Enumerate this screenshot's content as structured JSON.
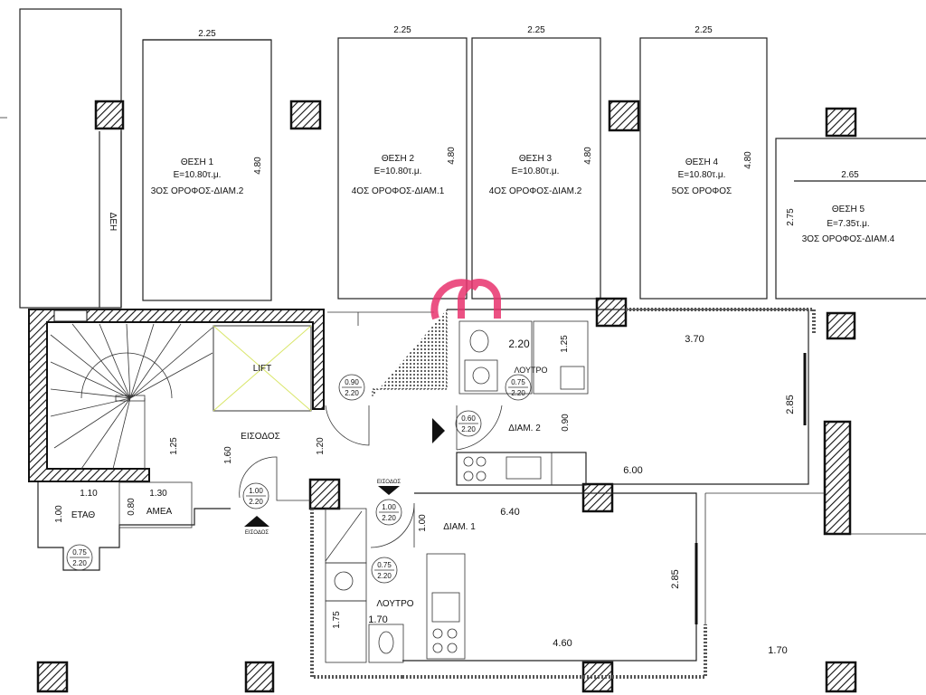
{
  "plan": {
    "parking": [
      {
        "name": "ΘΕΣΗ 1",
        "area": "Ε=10.80τ.μ.",
        "owner": "3ΟΣ ΟΡΟΦΟΣ-ΔΙΑΜ.2",
        "width": "2.25",
        "length": "4.80"
      },
      {
        "name": "ΘΕΣΗ 2",
        "area": "Ε=10.80τ.μ.",
        "owner": "4ΟΣ ΟΡΟΦΟΣ-ΔΙΑΜ.1",
        "width": "2.25",
        "length": "4.80"
      },
      {
        "name": "ΘΕΣΗ 3",
        "area": "Ε=10.80τ.μ.",
        "owner": "4ΟΣ ΟΡΟΦΟΣ-ΔΙΑΜ.2",
        "width": "2.25",
        "length": "4.80"
      },
      {
        "name": "ΘΕΣΗ 4",
        "area": "Ε=10.80τ.μ.",
        "owner": "5ΟΣ ΟΡΟΦΟΣ",
        "width": "2.25",
        "length": "4.80"
      },
      {
        "name": "ΘΕΣΗ 5",
        "area": "Ε=7.35τ.μ.",
        "owner": "3ΟΣ ΟΡΟΦΟΣ-ΔΙΑΜ.4",
        "width": "2.65",
        "length": "2.75"
      }
    ],
    "labels": {
      "deh": "ΔΕΗ",
      "lift": "LIFT",
      "entrance": "ΕΙΣΟΔΟΣ",
      "etad": "ΕΤΑΘ",
      "amea": "ΑΜΕΑ",
      "bath": "ΛΟΥΤΡΟ",
      "apt1": "ΔΙΑΜ. 1",
      "apt2": "ΔΙΑΜ. 2",
      "entrance_small": "ΕΙΣΟΔΟΣ"
    },
    "dims": {
      "d125": "1.25",
      "d160": "1.60",
      "d120": "1.20",
      "d110": "1.10",
      "d100": "1.00",
      "d080": "0.80",
      "d130": "1.30",
      "d220": "2.20",
      "d125b": "1.25",
      "d370": "3.70",
      "d285": "2.85",
      "d090": "0.90",
      "d600": "6.00",
      "d640": "6.40",
      "d100b": "1.00",
      "d285b": "2.85",
      "d460": "4.60",
      "d175": "1.75",
      "d170": "1.70",
      "d170b": "1.70"
    },
    "doors": [
      {
        "w": "0.90",
        "h": "2.20"
      },
      {
        "w": "0.75",
        "h": "2.20"
      },
      {
        "w": "0.60",
        "h": "2.20"
      },
      {
        "w": "1.00",
        "h": "2.20"
      },
      {
        "w": "1.00",
        "h": "2.20"
      },
      {
        "w": "0.75",
        "h": "2.20"
      },
      {
        "w": "0.75",
        "h": "2.20"
      }
    ],
    "watermark_color": "#e8336d"
  }
}
